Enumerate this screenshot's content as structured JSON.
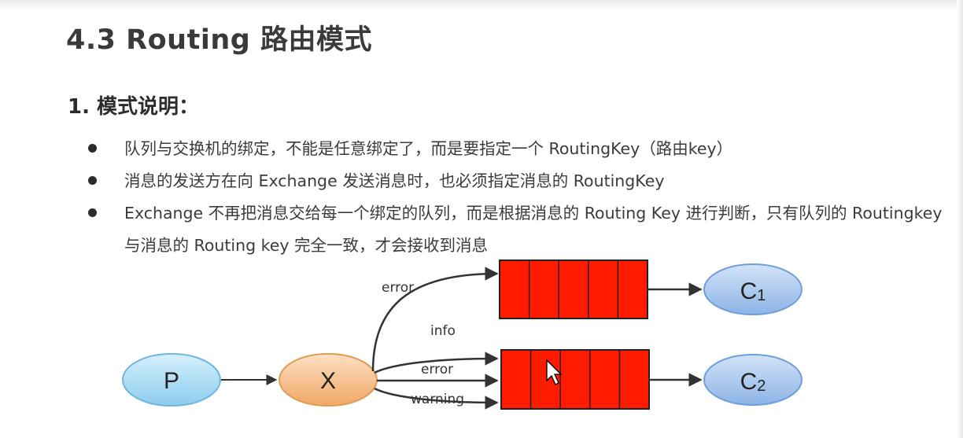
{
  "title": "4.3 Routing 路由模式",
  "section": "1. 模式说明：",
  "bullets": [
    "队列与交换机的绑定，不能是任意绑定了，而是要指定一个 RoutingKey（路由key）",
    "消息的发送方在向 Exchange 发送消息时，也必须指定消息的 RoutingKey",
    "Exchange 不再把消息交给每一个绑定的队列，而是根据消息的 Routing Key 进行判断，只有队列的 Routingkey 与消息的 Routing key 完全一致，才会接收到消息"
  ],
  "diagram": {
    "producer": "P",
    "exchange": "X",
    "consumer1_main": "C",
    "consumer1_sub": "1",
    "consumer2_main": "C",
    "consumer2_sub": "2",
    "route_q1": "error",
    "route_q2_info": "info",
    "route_q2_error": "error",
    "route_q2_warning": "warning",
    "colors": {
      "producer_fill": "#a9dcf5",
      "exchange_fill": "#f6c28e",
      "consumer_fill": "#a9c7ee",
      "queue_fill": "#ff1a00"
    }
  }
}
